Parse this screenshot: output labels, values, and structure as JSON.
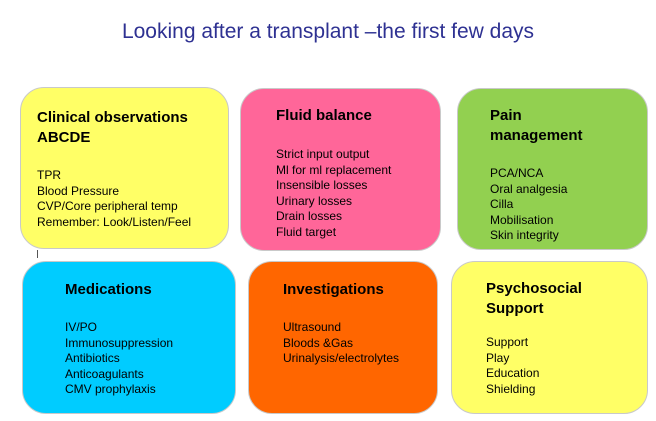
{
  "title": "Looking after a transplant –the first few days",
  "cards": [
    {
      "heading": "Clinical observations\nABCDE",
      "color": "#ffff66",
      "items": [
        "TPR",
        "Blood Pressure",
        "CVP/Core peripheral  temp",
        "Remember: Look/Listen/Feel"
      ]
    },
    {
      "heading": "Fluid balance",
      "color": "#ff6699",
      "items": [
        "Strict input output",
        "Ml for ml replacement",
        "Insensible losses",
        "Urinary losses",
        "Drain losses",
        "Fluid target"
      ]
    },
    {
      "heading": "Pain\nmanagement",
      "color": "#92d050",
      "items": [
        "PCA/NCA",
        "Oral analgesia",
        "Cilla",
        "Mobilisation",
        "Skin integrity"
      ]
    },
    {
      "heading": "Medications",
      "color": "#00ccff",
      "items": [
        "IV/PO",
        "Immunosuppression",
        "Antibiotics",
        "Anticoagulants",
        "CMV prophylaxis"
      ]
    },
    {
      "heading": "Investigations",
      "color": "#ff6600",
      "items": [
        "Ultrasound",
        "Bloods &Gas",
        "Urinalysis/electrolytes"
      ]
    },
    {
      "heading": "Psychosocial\nSupport",
      "color": "#ffff66",
      "items": [
        "Support",
        "Play",
        "Education",
        "Shielding"
      ]
    }
  ]
}
